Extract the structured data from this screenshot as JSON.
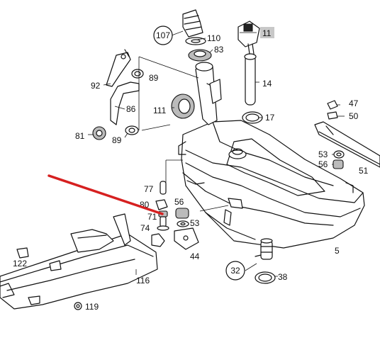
{
  "diagram": {
    "labels": {
      "p107": "107",
      "p110": "110",
      "p11": "11",
      "p83": "83",
      "p92": "92",
      "p89a": "89",
      "p14": "14",
      "p86": "86",
      "p111": "111",
      "p47": "47",
      "p17": "17",
      "p50": "50",
      "p81": "81",
      "p89b": "89",
      "p53a": "53",
      "p56a": "56",
      "p51": "51",
      "p77": "77",
      "p80": "80",
      "p71": "71",
      "p56b": "56",
      "p74": "74",
      "p53b": "53",
      "p44": "44",
      "p5": "5",
      "p122": "122",
      "p32": "32",
      "p38": "38",
      "p116": "116",
      "p119": "119"
    },
    "colors": {
      "ink": "#111111",
      "pointer_arrow": "#d62020",
      "highlight": "#c8c8c8"
    }
  }
}
